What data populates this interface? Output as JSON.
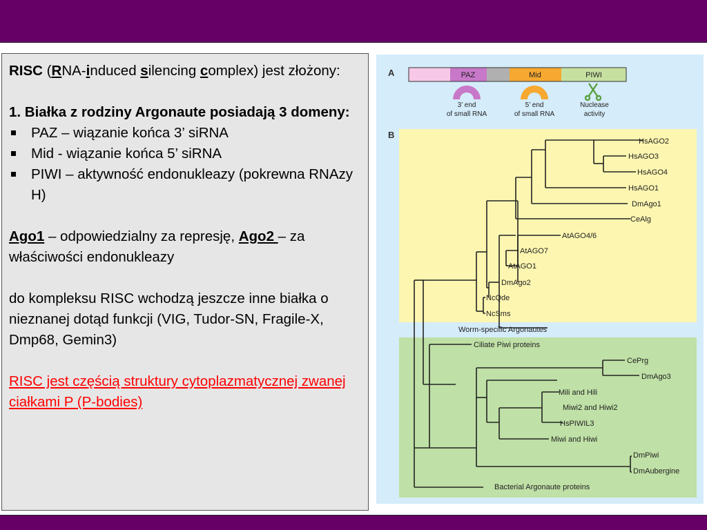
{
  "slide": {
    "intro": {
      "risc": "RISC",
      "open": " (",
      "r": "R",
      "na": "NA-",
      "i": "i",
      "nduced": "nduced ",
      "s": "s",
      "ilencing": "ilencing ",
      "c": "c",
      "omplex": "omplex) jest złożony:"
    },
    "heading1": "1. Białka z rodziny Argonaute posiadają 3 domeny:",
    "bullets": [
      "PAZ – wiązanie końca 3’ siRNA",
      "Mid - wiązanie końca 5’ siRNA",
      "PIWI – aktywność endonukleazy (pokrewna RNAzy H)"
    ],
    "ago": {
      "ago1": "Ago1",
      "ago1_desc": " – odpowiedzialny za represję, ",
      "ago2": "Ago2 ",
      "ago2_desc": "– za właściwości endonukleazy"
    },
    "paragraph2": "do kompleksu RISC wchodzą jeszcze inne białka o nieznanej dotąd funkcji (VIG, Tudor-SN, Fragile-X, Dmp68, Gemin3)",
    "red_link": "RISC jest częścią struktury cytoplazmatycznej zwanej ciałkami P (P-bodies)"
  },
  "figure": {
    "panel_a": {
      "label": "A",
      "domains": [
        "PAZ",
        "Mid",
        "PIWI"
      ],
      "captions": [
        [
          "3’ end",
          "of small RNA"
        ],
        [
          "5’ end",
          "of small RNA"
        ],
        [
          "Nuclease",
          "activity"
        ]
      ]
    },
    "panel_b": {
      "label": "B",
      "leaves": [
        "HsAGO2",
        "HsAGO3",
        "HsAGO4",
        "HsAGO1",
        "DmAgo1",
        "CeAlg",
        "AtAGO4/6",
        "AtAGO7",
        "AtAGO1",
        "DmAgo2",
        "NcQde",
        "NcSms",
        "Worm-specific Argonautes",
        "Ciliate Piwi proteins",
        "CePrg",
        "DmAgo3",
        "Mili and Hili",
        "Miwi2 and Hiwi2",
        "HsPIWIL3",
        "Miwi and Hiwi",
        "DmPiwi",
        "DmAubergine",
        "Bacterial Argonaute proteins"
      ]
    },
    "colors": {
      "background": "#d5ecfa",
      "yellow_box": "#fdf6b0",
      "green_box": "#bfe0a6",
      "paz": "#c878c8",
      "mid": "#f6a830",
      "piwi": "#c6e0a0",
      "pink": "#f8c8e8",
      "grey": "#b0b0b0"
    }
  }
}
